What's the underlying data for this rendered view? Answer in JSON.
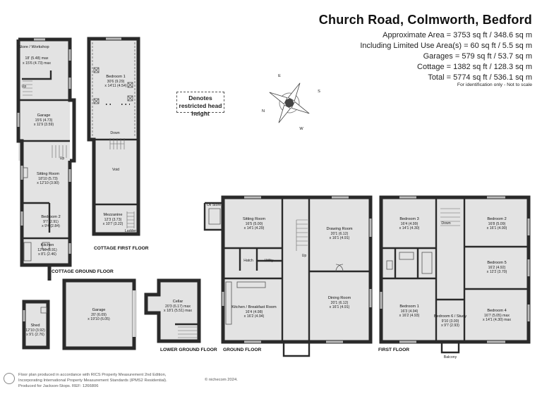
{
  "header": {
    "title": "Church Road, Colmworth, Bedford",
    "areas": [
      "Approximate Area = 3753 sq ft / 348.6 sq m",
      "Including Limited Use Area(s) = 60 sq ft / 5.5 sq m",
      "Garages = 579 sq ft / 53.7 sq m",
      "Cottage = 1382 sq ft / 128.3 sq m",
      "Total = 5774 sq ft / 536.1 sq m"
    ],
    "note": "For identification only - Not to scale"
  },
  "legend": {
    "restricted": "Denotes restricted head height"
  },
  "compass": {
    "n": "N",
    "e": "E",
    "s": "S",
    "w": "W"
  },
  "floors": {
    "cottage_first": "COTTAGE FIRST FLOOR",
    "cottage_ground": "COTTAGE GROUND FLOOR",
    "lower_ground": "LOWER GROUND FLOOR",
    "ground": "GROUND FLOOR",
    "first": "FIRST FLOOR"
  },
  "labels": {
    "up": "Up",
    "down": "Down",
    "void": "Void",
    "ladder": "Ladder",
    "hatch": "Hatch",
    "utility": "Utility",
    "oil_store": "Oil Store",
    "balcony": "Balcony"
  },
  "rooms": {
    "store": {
      "name": "Store / Workshop",
      "d1": "18' (5.48) max",
      "d2": "x 15'6 (4.73) max"
    },
    "garage_cottage": {
      "name": "Garage",
      "d1": "15'6 (4.73)",
      "d2": "x 11'9 (3.59)"
    },
    "sitting_cottage": {
      "name": "Sitting Room",
      "d1": "18'10 (5.73)",
      "d2": "x 12'10 (3.90)"
    },
    "bedroom2_cottage": {
      "name": "Bedroom 2",
      "d1": "9'7 (2.91)",
      "d2": "x 9'4 (2.84)"
    },
    "kitchen_cottage": {
      "name": "Kitchen",
      "d1": "12'10 (3.91)",
      "d2": "x 8'1 (2.46)"
    },
    "shed": {
      "name": "Shed",
      "d1": "12'10 (3.92)",
      "d2": "x 9'1 (2.76)"
    },
    "bedroom1_cottage": {
      "name": "Bedroom 1",
      "d1": "30'6 (9.29)",
      "d2": "x 14'11 (4.54)"
    },
    "mezzanine": {
      "name": "Mezzanine",
      "d1": "12'3 (3.73)",
      "d2": "x 10'7 (3.22)"
    },
    "garage_main": {
      "name": "Garage",
      "d1": "20' (6.09)",
      "d2": "x 19'10 (6.05)"
    },
    "cellar": {
      "name": "Cellar",
      "d1": "20'3 (6.17) max",
      "d2": "x 18'1 (5.51) max"
    },
    "sitting_main": {
      "name": "Sitting Room",
      "d1": "16'5 (5.00)",
      "d2": "x 14'1 (4.29)"
    },
    "kitchen_main": {
      "name": "Kitchen / Breakfast Room",
      "d1": "16'4 (4.98)",
      "d2": "x 16'2 (4.94)"
    },
    "drawing": {
      "name": "Drawing Room",
      "d1": "20'1 (6.12)",
      "d2": "x 16'1 (4.91)"
    },
    "dining": {
      "name": "Dining Room",
      "d1": "20'1 (6.12)",
      "d2": "x 16'1 (4.91)"
    },
    "bedroom3": {
      "name": "Bedroom 3",
      "d1": "16'4 (4.99)",
      "d2": "x 14'1 (4.30)"
    },
    "bedroom2_main": {
      "name": "Bedroom 2",
      "d1": "16'8 (5.09)",
      "d2": "x 16'1 (4.90)"
    },
    "bedroom5": {
      "name": "Bedroom 5",
      "d1": "16'2 (4.92)",
      "d2": "x 12'2 (3.70)"
    },
    "bedroom1_main": {
      "name": "Bedroom 1",
      "d1": "16'3 (4.94)",
      "d2": "x 16'2 (4.93)"
    },
    "bedroom6": {
      "name": "Bedroom 6 / Study",
      "d1": "9'10 (3.00)",
      "d2": "x 9'7 (2.93)"
    },
    "bedroom4": {
      "name": "Bedroom 4",
      "d1": "16'7 (5.05) max",
      "d2": "x 14'1 (4.30) max"
    }
  },
  "footer": {
    "lines": [
      "Floor plan produced in accordance with RICS Property Measurement 2nd Edition,",
      "Incorporating International Property Measurement Standards (IPMS2 Residential).",
      "Produced for Jackson-Stops.   REF:  1266806"
    ],
    "brand": "© nichecom 2024."
  },
  "colors": {
    "wall": "#2a2a2a",
    "floor": "#e3e3e3",
    "window": "#bbbbbb"
  }
}
